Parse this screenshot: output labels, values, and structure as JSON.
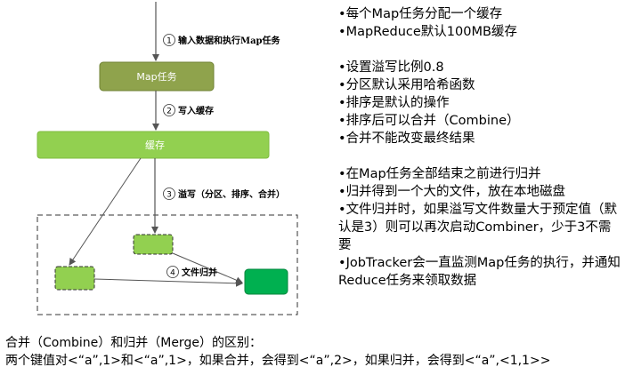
{
  "diagram": {
    "steps": [
      {
        "num": "1",
        "label": "输入数据和执行Map任务"
      },
      {
        "num": "2",
        "label": "写入缓存"
      },
      {
        "num": "3",
        "label": "溢写（分区、排序、合并）"
      },
      {
        "num": "4",
        "label": "文件归并"
      }
    ],
    "map_task_label": "Map任务",
    "buffer_label": "缓存",
    "colors": {
      "map_task": "#8fa34c",
      "buffer": "#92d050",
      "spill_file": "#92d050",
      "merged_file": "#00b050",
      "arrow": "#555555"
    }
  },
  "notes": {
    "group1": [
      "每个Map任务分配一个缓存",
      "MapReduce默认100MB缓存"
    ],
    "group2": [
      "设置溢写比例0.8",
      "分区默认采用哈希函数",
      "排序是默认的操作",
      "排序后可以合并（Combine）",
      "合并不能改变最终结果"
    ],
    "group3": [
      "在Map任务全部结束之前进行归并",
      "归并得到一个大的文件，放在本地磁盘",
      "文件归并时，如果溢写文件数量大于预定值（默认是3）则可以再次启动Combiner，少于3不需要",
      "JobTracker会一直监测Map任务的执行，并通知Reduce任务来领取数据"
    ]
  },
  "bottom": {
    "line1": "合并（Combine）和归并（Merge）的区别：",
    "line2": "两个键值对<“a”,1>和<“a”,1>，如果合并，会得到<“a”,2>，如果归并，会得到<“a”,<1,1>>"
  }
}
